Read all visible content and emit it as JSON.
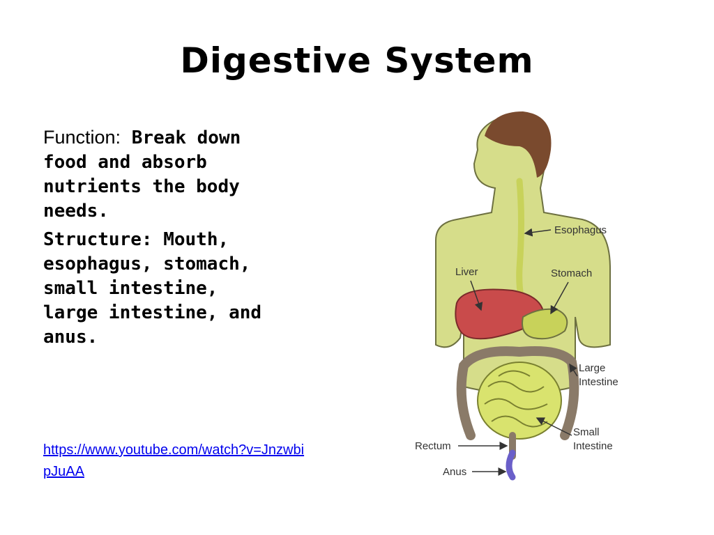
{
  "title": "Digestive System",
  "function": {
    "label": "Function:",
    "text": "Break down food and absorb nutrients the body needs."
  },
  "structure": {
    "label": "Structure:",
    "text": "Mouth, esophagus, stomach, small intestine, large intestine, and anus."
  },
  "link": {
    "text": "https://www.youtube.com/watch?v=JnzwbipJuAA"
  },
  "diagram_labels": {
    "esophagus": "Esophagus",
    "liver": "Liver",
    "stomach": "Stomach",
    "large_intestine_1": "Large",
    "large_intestine_2": "Intestine",
    "small_intestine_1": "Small",
    "small_intestine_2": "Intestine",
    "rectum": "Rectum",
    "anus": "Anus"
  },
  "colors": {
    "skin": "#d6dd8a",
    "hair": "#7a4a2e",
    "liver": "#c94b4b",
    "small_intestine": "#d9e36e",
    "large_intestine": "#8a7a68",
    "anus": "#6a5fc9",
    "link": "#0000ee"
  }
}
